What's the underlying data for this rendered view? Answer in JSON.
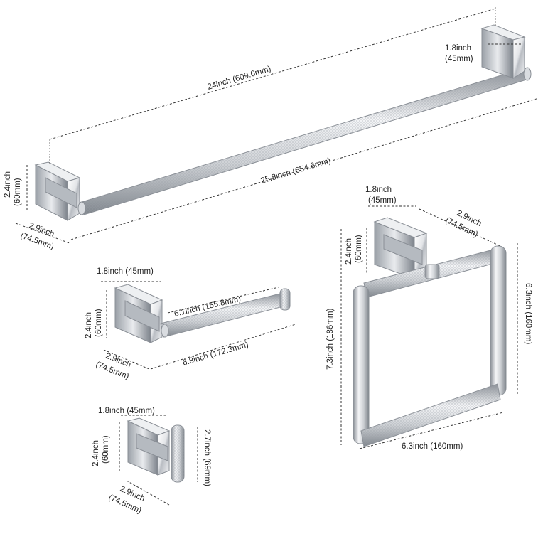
{
  "colors": {
    "background": "#ffffff",
    "chrome_light": "#f4f5f7",
    "chrome_mid": "#c9ccd1",
    "chrome_dark": "#8a8f96",
    "dimension_line": "#333333"
  },
  "towel_bar": {
    "bracket_width": "1.8inch",
    "bracket_width_mm": "(45mm)",
    "bar_length": "24inch (609.6mm)",
    "overall_length": "25.8inch (654.6mm)",
    "height": "2.4inch",
    "height_mm": "(60mm)",
    "depth": "2.9inch",
    "depth_mm": "(74.5mm)"
  },
  "paper_holder": {
    "bracket_width": "1.8inch (45mm)",
    "arm_length": "6.1inch (155.8mm)",
    "overall_length": "6.8inch (172.3mm)",
    "height": "2.4inch",
    "height_mm": "(60mm)",
    "depth": "2.9inch",
    "depth_mm": "(74.5mm)"
  },
  "robe_hook": {
    "bracket_width": "1.8inch (45mm)",
    "height": "2.4inch",
    "height_mm": "(60mm)",
    "hook_length": "2.7inch (69mm)",
    "depth": "2.9inch",
    "depth_mm": "(74.5mm)"
  },
  "towel_ring": {
    "bracket_width": "1.8inch",
    "bracket_width_mm": "(45mm)",
    "depth": "2.9inch",
    "depth_mm": "(74.5mm)",
    "bracket_height": "2.4inch",
    "bracket_height_mm": "(60mm)",
    "overall_height": "7.3inch (186mm)",
    "ring_height": "6.3inch (160mm)",
    "ring_width": "6.3inch (160mm)"
  }
}
